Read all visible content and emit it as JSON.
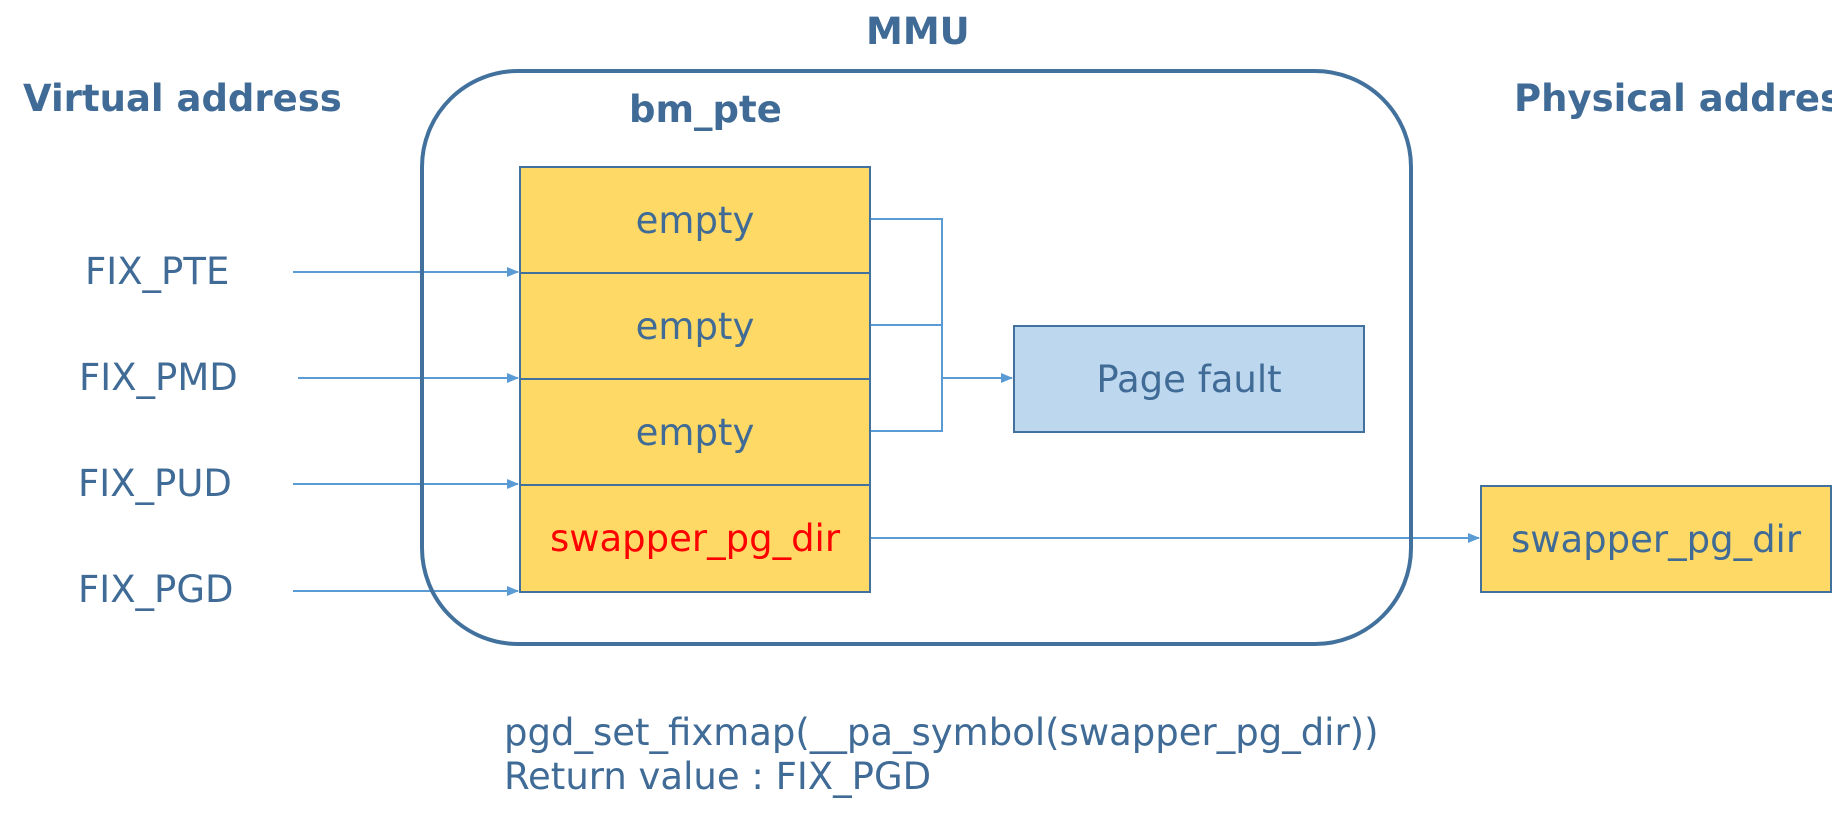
{
  "title": "MMU",
  "virtual_heading": "Virtual address",
  "physical_heading": "Physical address",
  "table_title": "bm_pte",
  "virtual_entries": [
    "FIX_PTE",
    "FIX_PMD",
    "FIX_PUD",
    "FIX_PGD"
  ],
  "table_rows": [
    {
      "text": "empty",
      "highlight": false
    },
    {
      "text": "empty",
      "highlight": false
    },
    {
      "text": "empty",
      "highlight": false
    },
    {
      "text": "swapper_pg_dir",
      "highlight": true
    }
  ],
  "fault_label": "Page fault",
  "physical_label": "swapper_pg_dir",
  "code_lines": [
    "pgd_set_fixmap(__pa_symbol(swapper_pg_dir))",
    "Return value : FIX_PGD"
  ],
  "colors": {
    "text": "#3F6B96",
    "border": "#41719C",
    "yellow_fill": "#FFD966",
    "blue_fill": "#BDD7EE",
    "arrow": "#5B9BD5",
    "highlight_text": "#FF0000"
  }
}
